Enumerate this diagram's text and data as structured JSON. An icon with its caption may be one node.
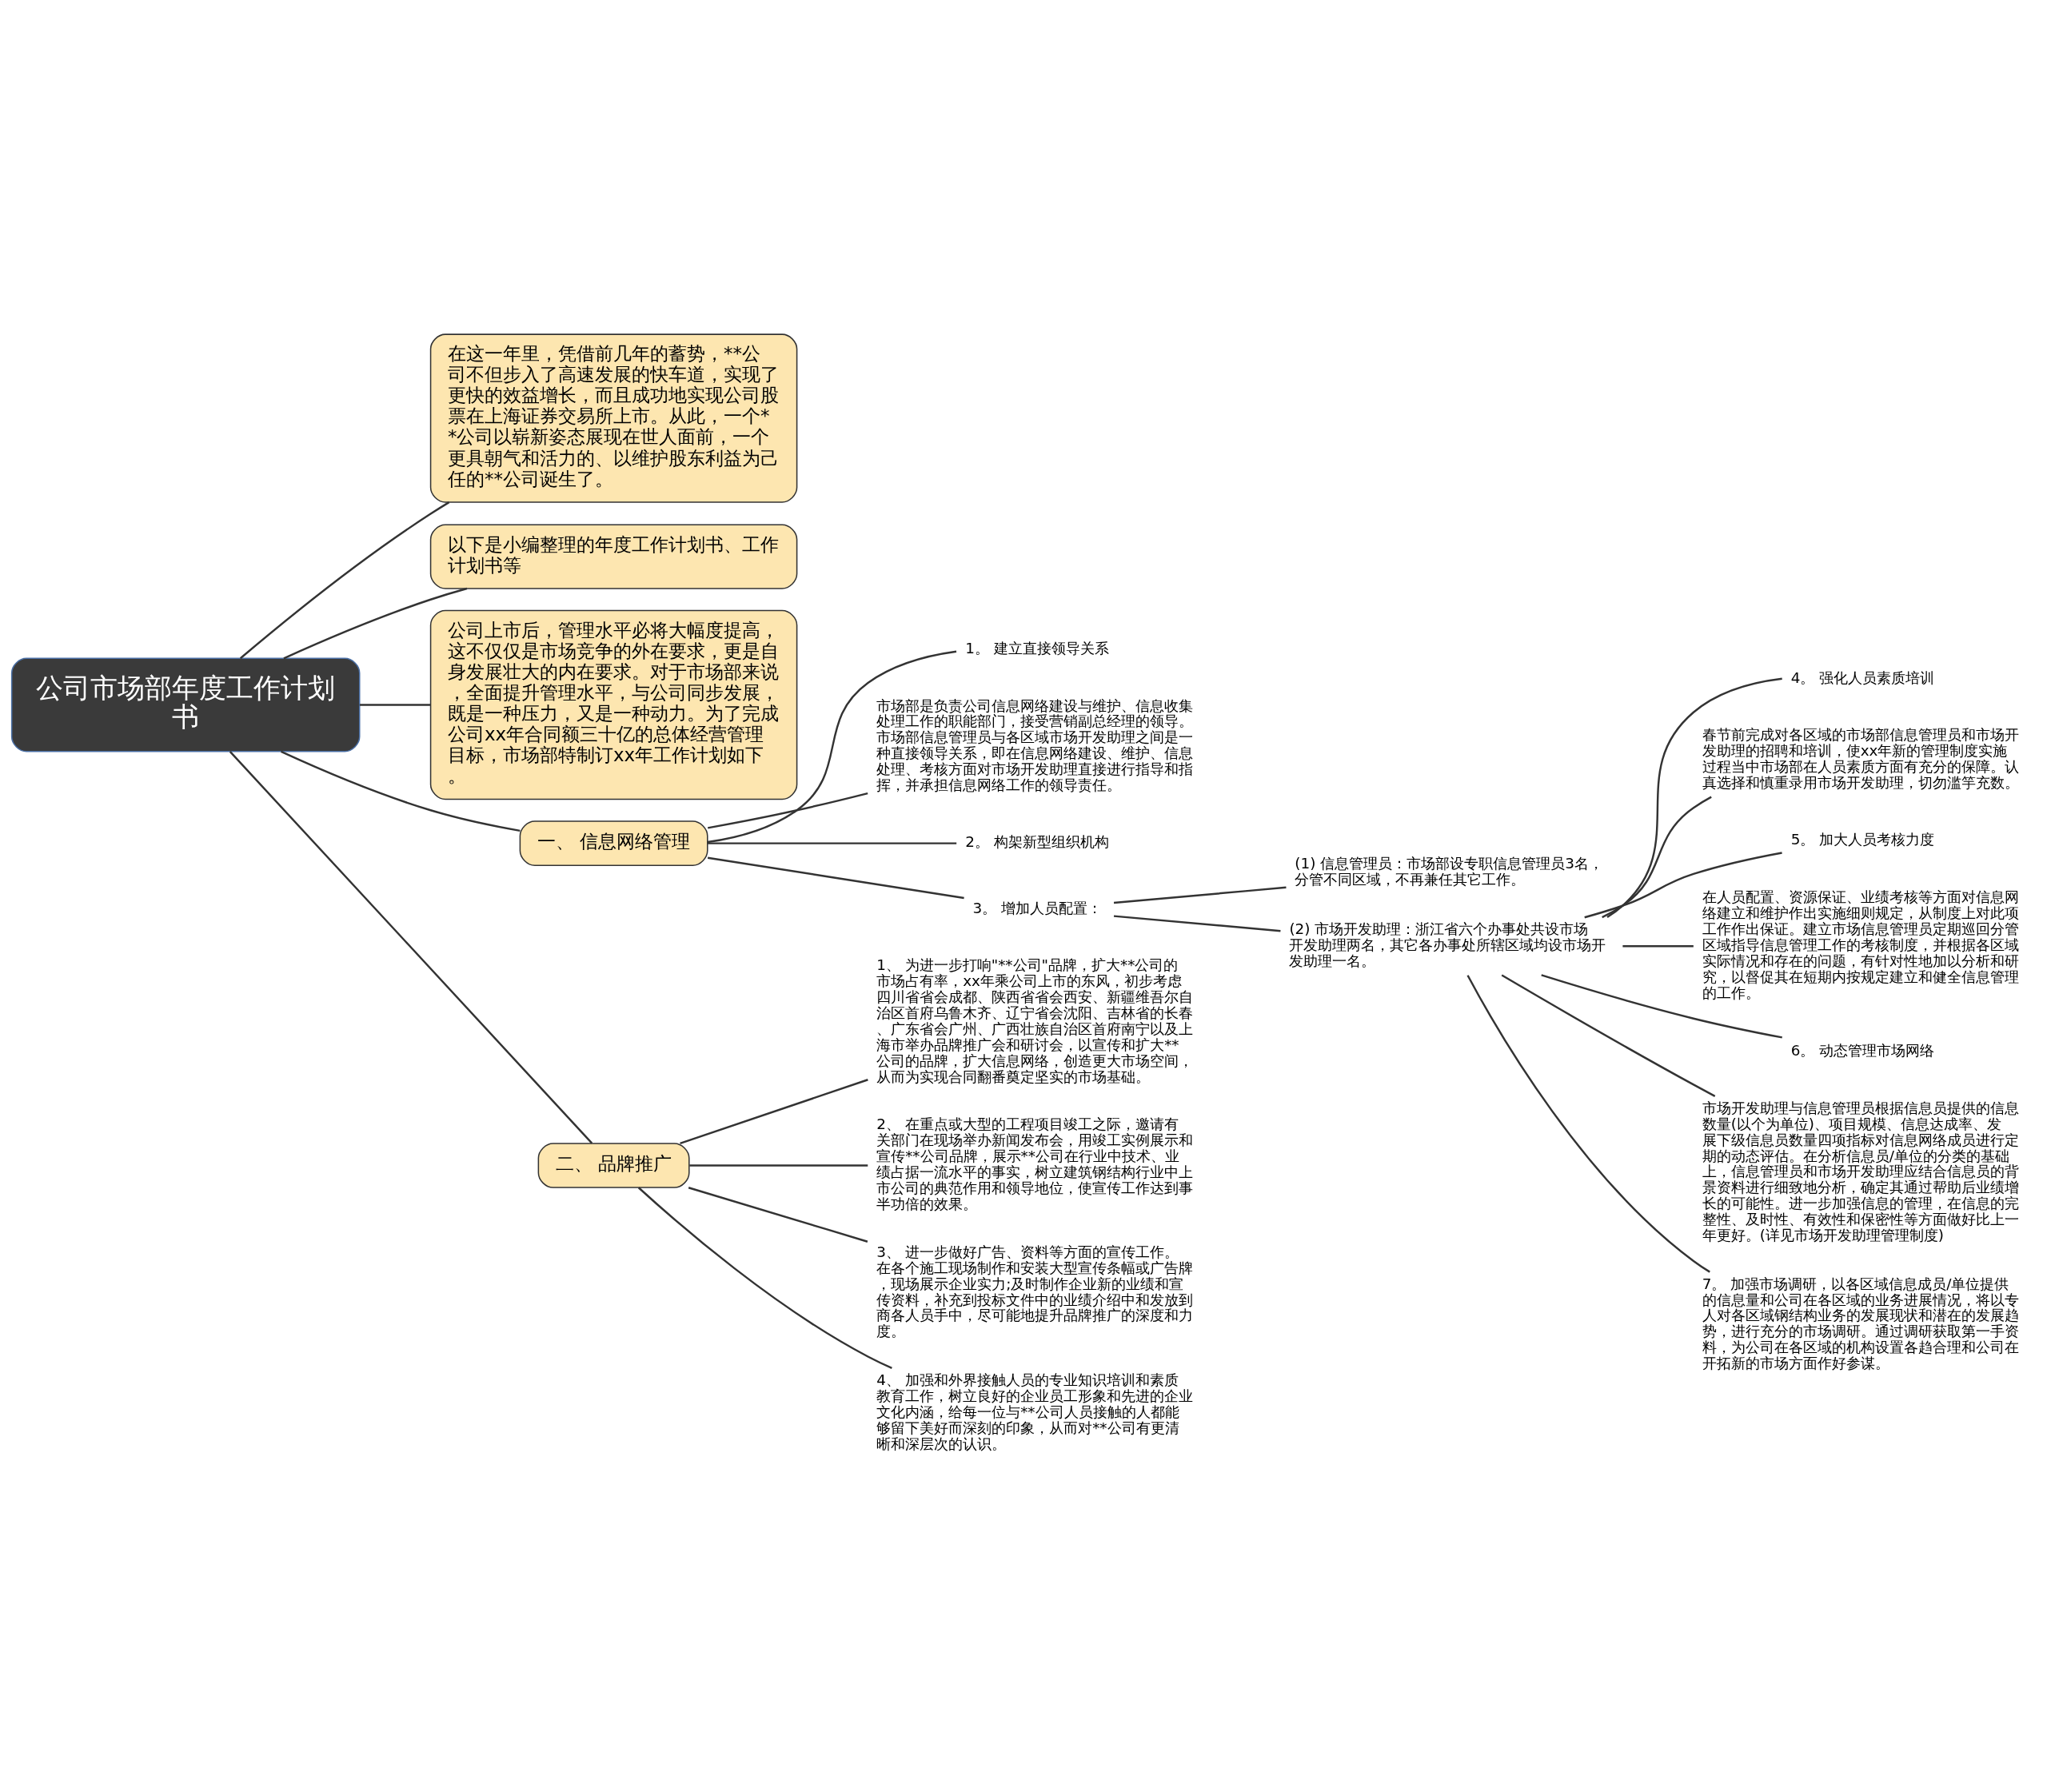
{
  "diagram": {
    "nodes": [
      {
        "text": [
          "公司市场部年度工作计划书"
        ]
      },
      {
        "text": [
          "在这一年里，凭借前几年的蓄势，**公司不但步入了高速发展的快车道，实现了更快的效益增长，而且成功地实现公司股票在上海证券交易所上市。从此，一个**公司以崭新姿态展现在世人面前，一个更具朝气和活力的、以维护股东利益为己任的**公司诞生了。"
        ]
      },
      {
        "text": [
          "以下是小编整理的年度工作计划书、工作计划书等"
        ]
      },
      {
        "text": [
          "公司上市后，管理水平必将大幅度提高，这不仅仅是市场竞争的外在要求，更是自身发展壮大的内在要求。对于市场部来说，全面提升管理水平，与公司同步发展，既是一种压力，又是一种动力。为了完成公司xx年合同额三十亿的总体经营管理目标，市场部特制订xx年工作计划如下。"
        ]
      },
      {
        "text": [
          "一、 信息网络管理"
        ]
      },
      {
        "text": [
          "二、 品牌推广"
        ]
      },
      {
        "text": [
          "1。 建立直接领导关系"
        ]
      },
      {
        "text": [
          "市场部是负责公司信息网络建设与维护、信息收集处理工作的职能部门，接受营销副总经理的领导。市场部信息管理员与各区域市场开发助理之间是一种直接领导关系，即在信息网络建设、维护、信息处理、考核方面对市场开发助理直接进行指导和指挥，并承担信息网络工作的领导责任。"
        ]
      },
      {
        "text": [
          "2。 构架新型组织机构"
        ]
      },
      {
        "text": [
          "3。 增加人员配置："
        ]
      },
      {
        "text": [
          "(1) 信息管理员：市场部设专职信息管理员3名，分管不同区域，不再兼任其它工作。"
        ]
      },
      {
        "text": [
          "(2) 市场开发助理：浙江省六个办事处共设市场开发助理两名，其它各办事处所辖区域均设市场开发助理一名。"
        ]
      },
      {
        "text": [
          "4。 强化人员素质培训"
        ]
      },
      {
        "text": [
          "春节前完成对各区域的市场部信息管理员和市场开发助理的招聘和培训，使xx年新的管理制度实施过程当中市场部在人员素质方面有充分的保障。认真选择和慎重录用市场开发助理，切勿滥竽充数。"
        ]
      },
      {
        "text": [
          "5。 加大人员考核力度"
        ]
      },
      {
        "text": [
          "在人员配置、资源保证、业绩考核等方面对信息网络建立和维护作出实施细则规定，从制度上对此项工作作出保证。建立市场信息管理员定期巡回分管区域指导信息管理工作的考核制度，并根据各区域实际情况和存在的问题，有针对性地加以分析和研究，以督促其在短期内按规定建立和健全信息管理的工作。"
        ]
      },
      {
        "text": [
          "6。 动态管理市场网络"
        ]
      },
      {
        "text": [
          "市场开发助理与信息管理员根据信息员提供的信息数量(以个为单位)、项目规模、信息达成率、发展下级信息员数量四项指标对信息网络成员进行定期的动态评估。在分析信息员/单位的分类的基础上，信息管理员和市场开发助理应结合信息员的背景资料进行细致地分析，确定其通过帮助后业绩增长的可能性。进一步加强信息的管理，在信息的完整性、及时性、有效性和保密性等方面做好比上一年更好。(详见市场开发助理管理制度)"
        ]
      },
      {
        "text": [
          "7。 加强市场调研，以各区域信息成员/单位提供的信息量和公司在各区域的业务进展情况，将以专人对各区域钢结构业务的发展现状和潜在的发展趋势，进行充分的市场调研。通过调研获取第一手资料，为公司在各区域的机构设置各趋合理和公司在开拓新的市场方面作好参谋。"
        ]
      },
      {
        "text": [
          "1、 为进一步打响\"**公司\"品牌，扩大**公司的市场占有率，xx年乘公司上市的东风，初步考虑四川省省会成都、陕西省省会西安、新疆维吾尔自治区首府乌鲁木齐、辽宁省会沈阳、吉林省的长春、广东省会广州、广西壮族自治区首府南宁以及上海市举办品牌推广会和研讨会，以宣传和扩大**公司的品牌，扩大信息网络，创造更大市场空间，从而为实现合同翻番奠定坚实的市场基础。"
        ]
      },
      {
        "text": [
          "2、 在重点或大型的工程项目竣工之际，邀请有关部门在现场举办新闻发布会，用竣工实例展示和宣传**公司品牌，展示**公司在行业中技术、业绩占据一流水平的事实，树立建筑钢结构行业中上市公司的典范作用和领导地位，使宣传工作达到事半功倍的效果。"
        ]
      },
      {
        "text": [
          "3、 进一步做好广告、资料等方面的宣传工作。在各个施工现场制作和安装大型宣传条幅或广告牌，现场展示企业实力;及时制作企业新的业绩和宣传资料，补充到投标文件中的业绩介绍中和发放到商各人员手中，尽可能地提升品牌推广的深度和力度。"
        ]
      },
      {
        "text": [
          "4、 加强和外界接触人员的专业知识培训和素质教育工作，树立良好的企业员工形象和先进的企业文化内涵，给每一位与**公司人员接触的人都能够留下美好而深刻的印象，从而对**公司有更清晰和深层次的认识。"
        ]
      }
    ],
    "edges": [
      {
        "from": 0,
        "to": 1,
        "arrow": "none"
      },
      {
        "from": 0,
        "to": 2,
        "arrow": "none"
      },
      {
        "from": 0,
        "to": 3,
        "arrow": "none"
      },
      {
        "from": 0,
        "to": 4,
        "arrow": "none"
      },
      {
        "from": 0,
        "to": 5,
        "arrow": "none"
      },
      {
        "from": 4,
        "to": 6,
        "arrow": "none"
      },
      {
        "from": 4,
        "to": 7,
        "arrow": "none"
      },
      {
        "from": 4,
        "to": 8,
        "arrow": "none"
      },
      {
        "from": 4,
        "to": 9,
        "arrow": "none"
      },
      {
        "from": 9,
        "to": 10,
        "arrow": "none"
      },
      {
        "from": 9,
        "to": 11,
        "arrow": "none"
      },
      {
        "from": 11,
        "to": 12,
        "arrow": "none"
      },
      {
        "from": 11,
        "to": 13,
        "arrow": "none"
      },
      {
        "from": 11,
        "to": 14,
        "arrow": "none"
      },
      {
        "from": 11,
        "to": 15,
        "arrow": "none"
      },
      {
        "from": 11,
        "to": 16,
        "arrow": "none"
      },
      {
        "from": 11,
        "to": 17,
        "arrow": "none"
      },
      {
        "from": 11,
        "to": 18,
        "arrow": "none"
      },
      {
        "from": 5,
        "to": 19,
        "arrow": "none"
      },
      {
        "from": 5,
        "to": 20,
        "arrow": "none"
      },
      {
        "from": 5,
        "to": 21,
        "arrow": "none"
      },
      {
        "from": 5,
        "to": 22,
        "arrow": "none"
      }
    ]
  }
}
